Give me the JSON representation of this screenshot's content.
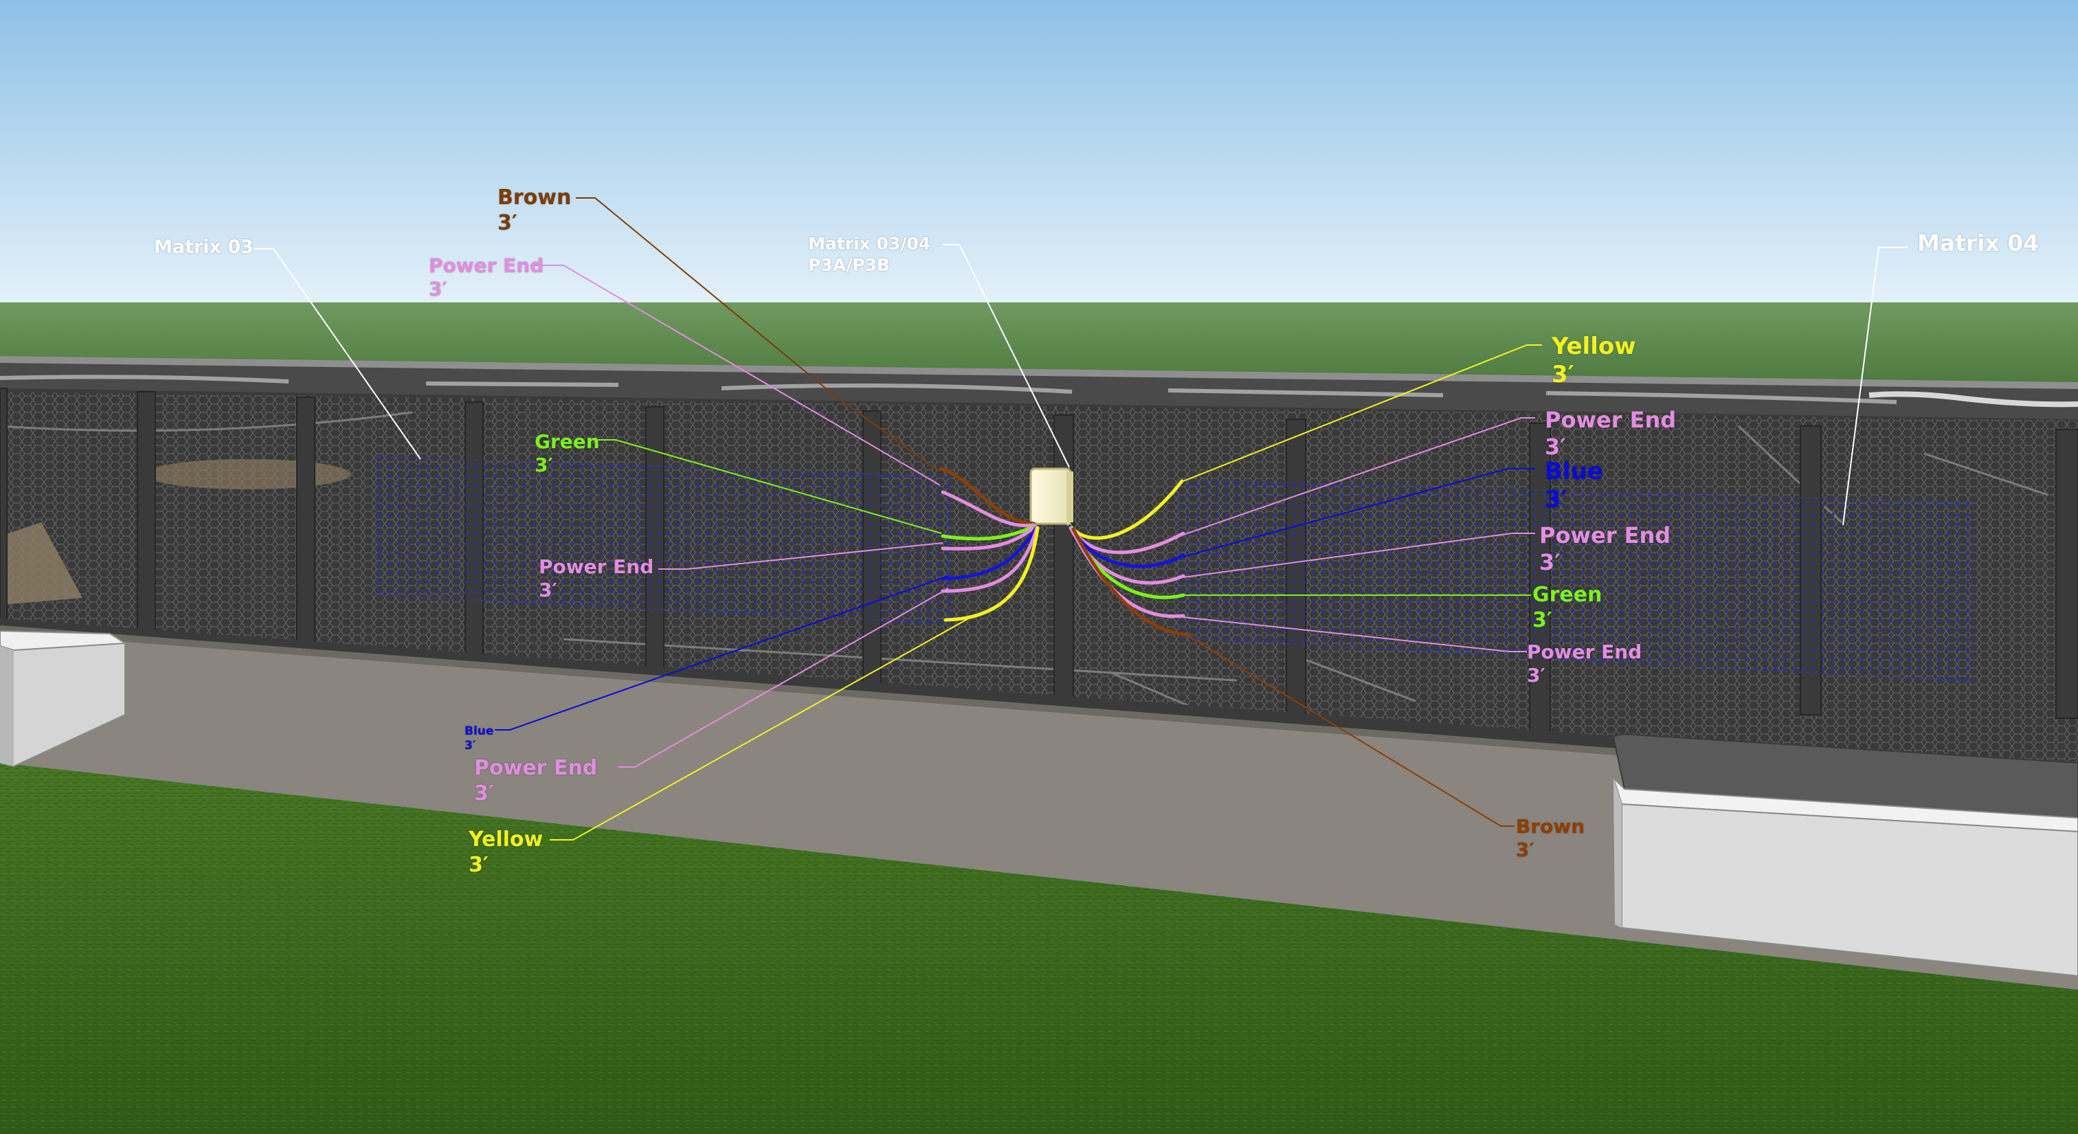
{
  "colors": {
    "sky_top": "#8ec0e6",
    "sky_bottom": "#e4f1fa",
    "horizon_grass": "#5f8c4f",
    "grass": "#3f6a1e",
    "walkway": "#8a857e",
    "fence_frame": "#3d3d3d",
    "matrix_dots": "#2b2f9e",
    "junction_box": "#f4f1c9",
    "planter": "#d9d9d9",
    "label_white": "#ffffff",
    "brown": "#7a3c06",
    "pink": "#e28de0",
    "green": "#7cf21c",
    "blue": "#0a0ad8",
    "yellow": "#f2f222"
  },
  "labels": {
    "matrix03": "Matrix 03",
    "matrix04": "Matrix 04",
    "junction_line1": "Matrix 03/04",
    "junction_line2": "P3A/P3B",
    "left": {
      "brown": {
        "name": "Brown",
        "len": "3′"
      },
      "power_top": {
        "name": "Power End",
        "len": "3′"
      },
      "green": {
        "name": "Green",
        "len": "3′"
      },
      "power_mid": {
        "name": "Power End",
        "len": "3′"
      },
      "blue": {
        "name": "Blue",
        "len": "3′"
      },
      "power_bottom": {
        "name": "Power End",
        "len": "3′"
      },
      "yellow": {
        "name": "Yellow",
        "len": "3′"
      }
    },
    "right": {
      "yellow": {
        "name": "Yellow",
        "len": "3′"
      },
      "power_top": {
        "name": "Power End",
        "len": "3′"
      },
      "blue": {
        "name": "Blue",
        "len": "3′"
      },
      "power_mid": {
        "name": "Power End",
        "len": "3′"
      },
      "green": {
        "name": "Green",
        "len": "3′"
      },
      "power_bottom": {
        "name": "Power End",
        "len": "3′"
      },
      "brown": {
        "name": "Brown",
        "len": "3′"
      }
    }
  }
}
